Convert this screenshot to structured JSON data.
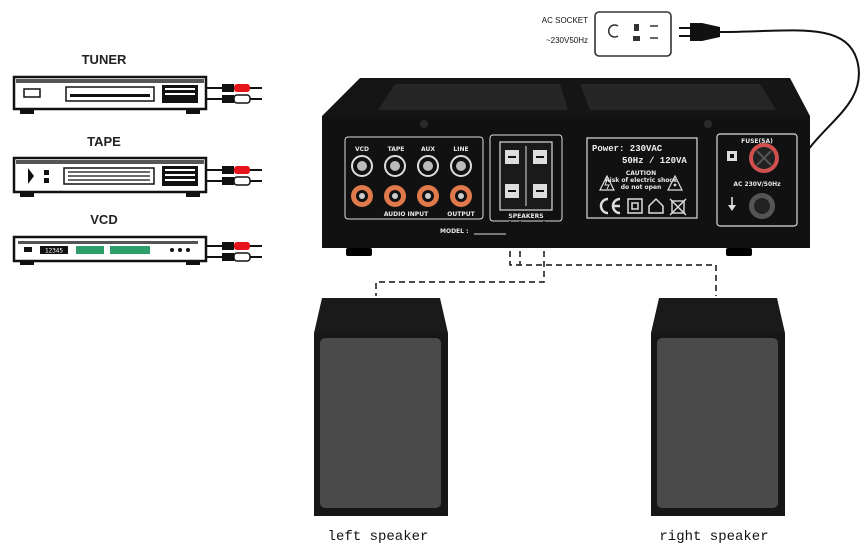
{
  "sources": {
    "tuner": "TUNER",
    "tape": "TAPE",
    "vcd": "VCD",
    "vcd_display": "12345"
  },
  "ac_socket": {
    "label": "AC SOCKET",
    "voltage": "~230V50Hz"
  },
  "amplifier": {
    "input_labels": [
      "VCD",
      "TAPE",
      "AUX",
      "LINE"
    ],
    "audio_input_label": "AUDIO INPUT",
    "output_label": "OUTPUT",
    "speakers_label": "SPEAKERS",
    "model_label": "MODEL :",
    "power_line1": "Power: 230VAC",
    "power_line2": "50Hz / 120VA",
    "caution_title": "CAUTION",
    "caution_line1": "Risk of electric shock",
    "caution_line2": "do not open",
    "fuse_label": "FUSE(5A)",
    "ac_input_label": "AC 230V/50Hz"
  },
  "speakers": {
    "left": "left speaker",
    "right": "right speaker"
  }
}
